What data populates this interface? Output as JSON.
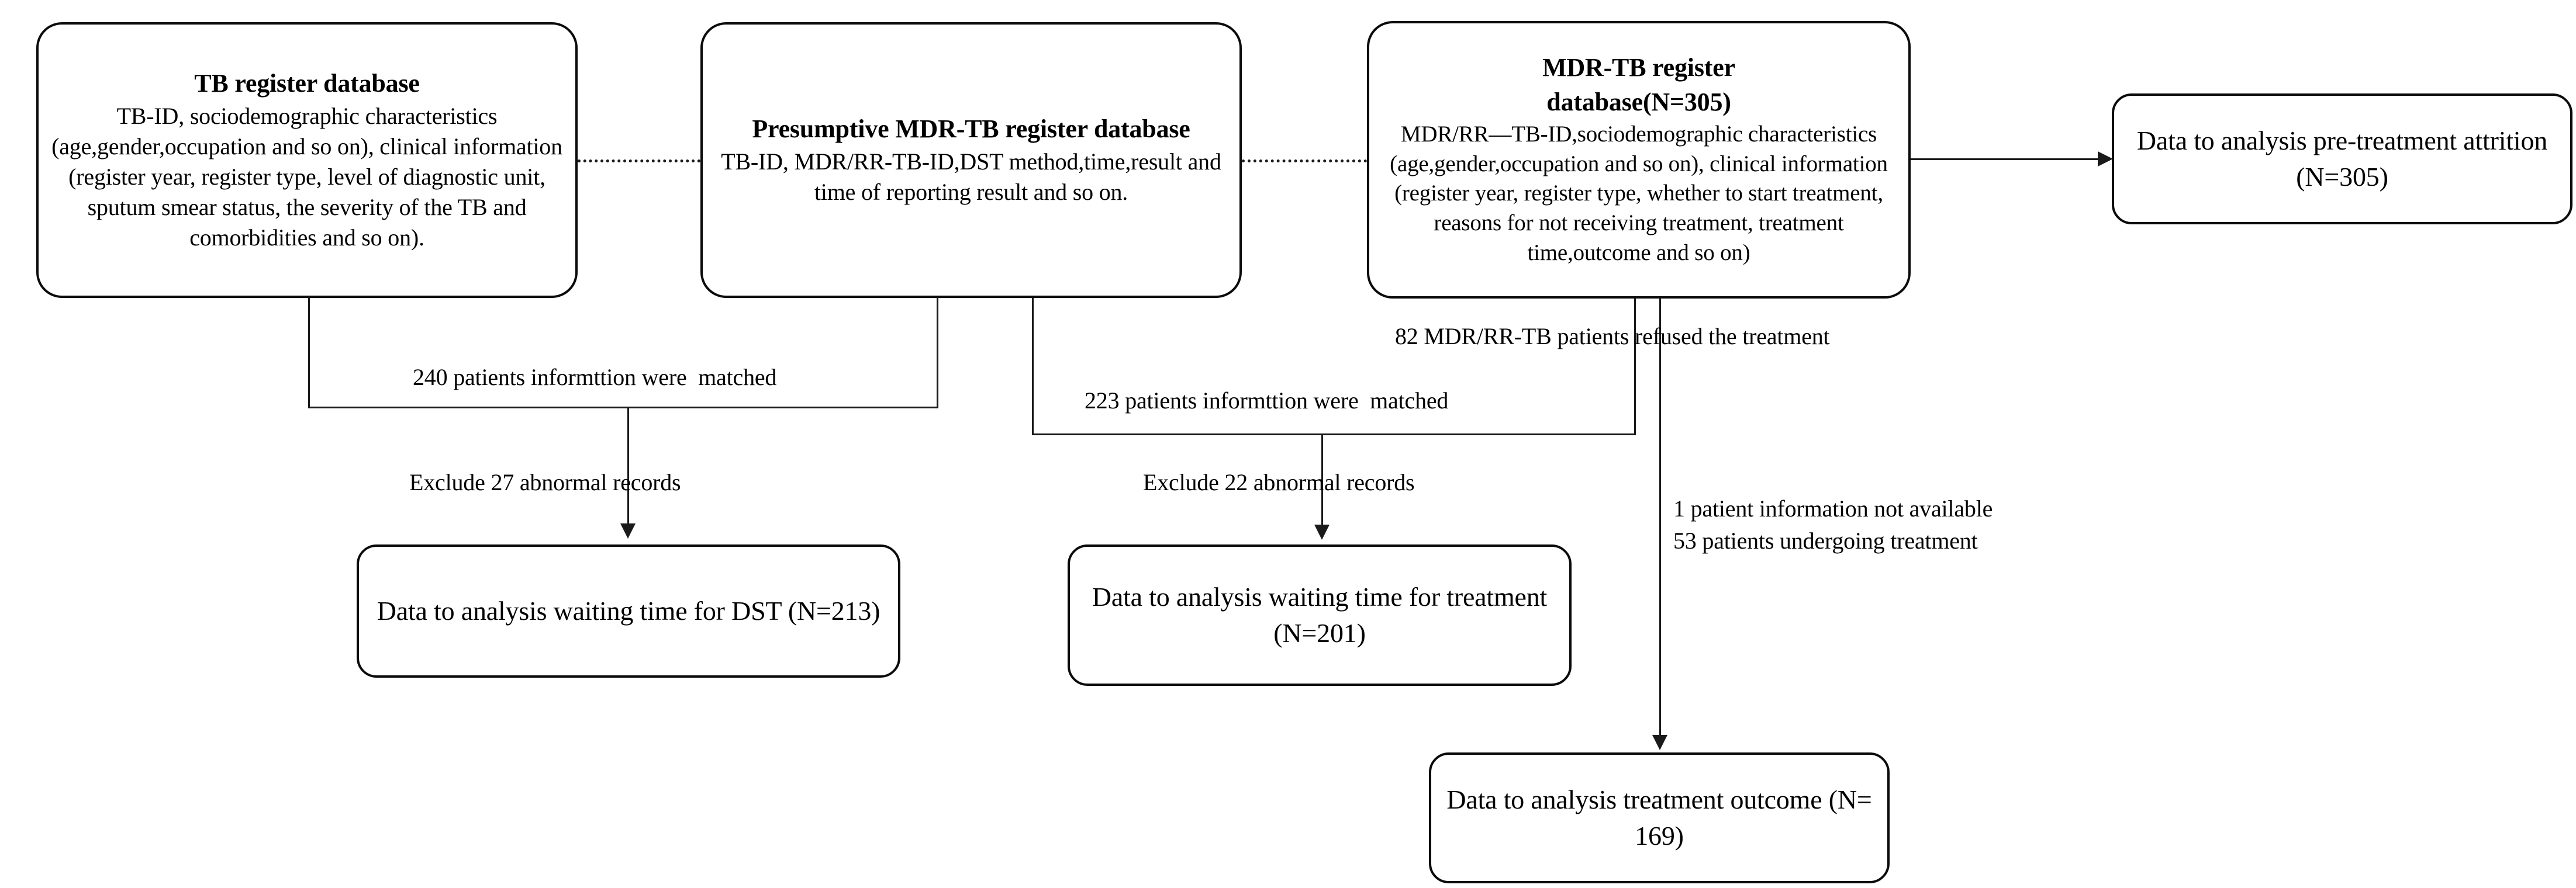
{
  "figure": {
    "type": "flowchart",
    "title": "Study data-source linkage and analytic sample flow"
  },
  "nodes": {
    "tb_register": {
      "title": "TB register database",
      "body": "TB-ID, sociodemographic characteristics (age,gender,occupation and so on), clinical information (register year, register type, level of diagnostic unit, sputum smear status, the severity of the TB and comorbidities and so on)."
    },
    "presumptive_mdr_register": {
      "title": "Presumptive MDR-TB register database",
      "body": "TB-ID, MDR/RR-TB-ID,DST method,time,result and time of reporting result and so on."
    },
    "mdr_register": {
      "title_line1": "MDR-TB register",
      "title_line2": "database(N=305)",
      "body": "MDR/RR—TB-ID,sociodemographic characteristics (age,gender,occupation and so on), clinical information (register year, register type, whether to start treatment, reasons for not receiving treatment, treatment time,outcome and so on)"
    },
    "pretreatment_attrition": {
      "body": "Data to analysis pre-treatment attrition (N=305)"
    },
    "waiting_time_dst": {
      "body": "Data to analysis waiting time for DST (N=213)"
    },
    "waiting_time_treatment": {
      "body": "Data to analysis waiting time for treatment (N=201)"
    },
    "treatment_outcome": {
      "body": "Data to analysis treatment outcome (N= 169)"
    }
  },
  "edge_labels": {
    "matched_240": "240 patients informttion were  matched",
    "matched_223": "223 patients informttion were  matched",
    "exclude_27": "Exclude 27 abnormal records",
    "exclude_22": "Exclude 22 abnormal records",
    "refused_82": "82 MDR/RR-TB patients refused the treatment",
    "not_available_1": "1 patient information not available",
    "undergoing_53": "53 patients undergoing treatment"
  },
  "counts": {
    "mdr_register_total": 305,
    "matched_tb_presumptive": 240,
    "matched_presumptive_mdr": 223,
    "excluded_abnormal_dst": 27,
    "excluded_abnormal_treatment": 22,
    "pretreatment_attrition_n": 305,
    "waiting_time_dst_n": 213,
    "waiting_time_treatment_n": 201,
    "treatment_outcome_n": 169,
    "refused_treatment": 82,
    "information_not_available": 1,
    "undergoing_treatment": 53
  },
  "colors": {
    "stroke": "#0b0b0b",
    "connector": "#1a1a1a",
    "background": "#ffffff",
    "text": "#000000"
  }
}
